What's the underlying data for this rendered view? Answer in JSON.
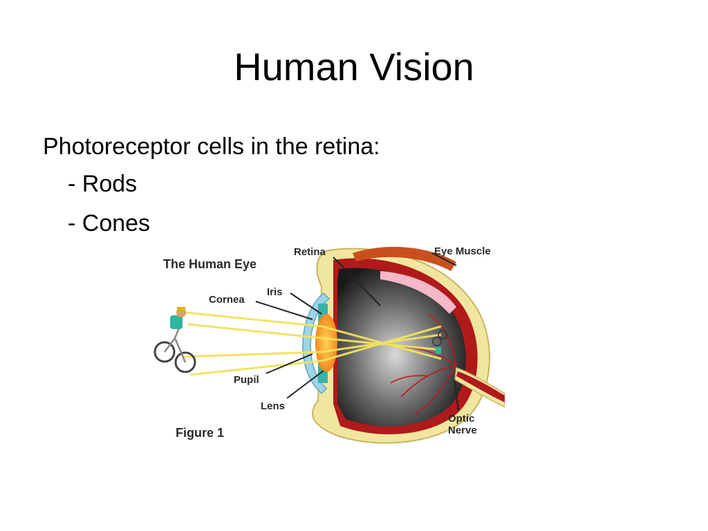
{
  "slide": {
    "title": "Human Vision",
    "bullets": {
      "lead": "Photoreceptor cells in the retina:",
      "items": [
        "- Rods",
        "- Cones"
      ]
    }
  },
  "figure": {
    "heading": "The Human Eye",
    "caption": "Figure 1",
    "labels": {
      "retina": "Retina",
      "eye_muscle": "Eye Muscle",
      "iris": "Iris",
      "cornea": "Cornea",
      "pupil": "Pupil",
      "lens": "Lens",
      "optic_line1": "Optic",
      "optic_line2": "Nerve"
    },
    "colors": {
      "light_rays": "#f2e35a",
      "sclera": "#f1e6a0",
      "choroid": "#b01a1a",
      "interior": "#3a3a3a",
      "lens": "#f2a43a",
      "cornea": "#9fd3e6"
    }
  }
}
